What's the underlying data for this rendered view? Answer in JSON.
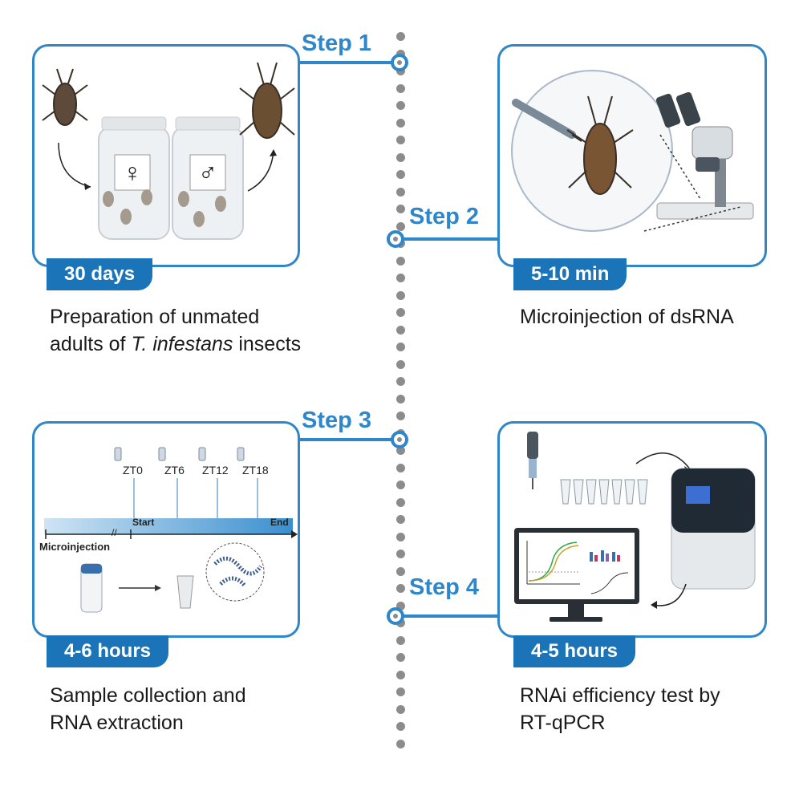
{
  "steps": [
    {
      "label": "Step 1",
      "duration": "30 days",
      "description_prefix": "Preparation of unmated adults of ",
      "description_species": "T. infestans",
      "description_suffix": " insects",
      "jar_symbols": [
        "♀",
        "♂"
      ]
    },
    {
      "label": "Step 2",
      "duration": "5-10 min",
      "description": "Microinjection of dsRNA"
    },
    {
      "label": "Step 3",
      "duration": "4-6 hours",
      "description_line1": "Sample collection and",
      "description_line2": "RNA extraction",
      "timepoints": [
        "ZT0",
        "ZT6",
        "ZT12",
        "ZT18"
      ],
      "timeline_start": "Start",
      "timeline_end": "End",
      "timeline_origin": "Microinjection"
    },
    {
      "label": "Step 4",
      "duration": "4-5 hours",
      "description_line1": "RNAi efficiency test by",
      "description_line2": "RT-qPCR"
    }
  ],
  "colors": {
    "accent": "#2f86c9",
    "badge": "#1a74b7",
    "dots": "#8c8c8c"
  }
}
